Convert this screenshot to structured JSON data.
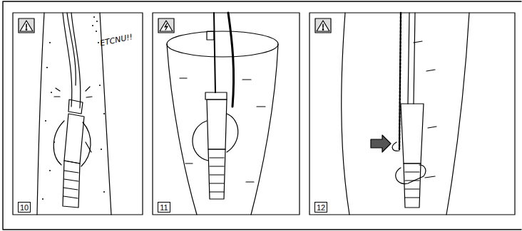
{
  "diagram": {
    "nodes": [
      {
        "text": [
          "10"
        ]
      },
      {
        "text": [
          "11"
        ]
      },
      {
        "text": [
          "12"
        ]
      }
    ],
    "labels": [
      "ETCNU!!"
    ]
  }
}
